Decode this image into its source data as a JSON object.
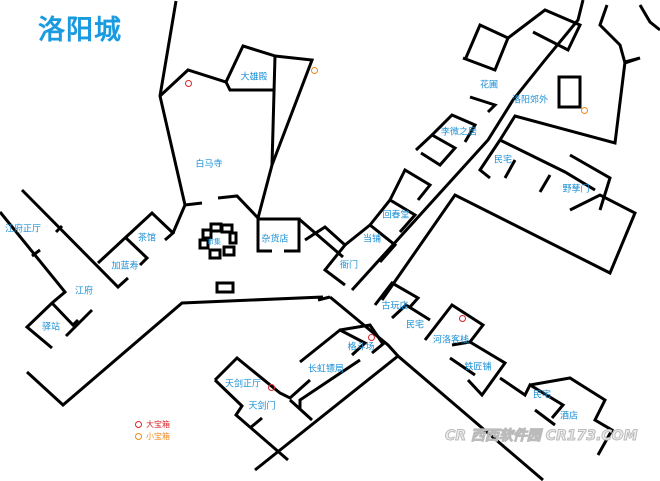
{
  "title": "洛阳城",
  "colors": {
    "label": "#1a8fd6",
    "big_chest": "#d7262b",
    "small_chest": "#ef8a1e",
    "wall": "#000000"
  },
  "locations": [
    "大雄殿",
    "白马寺",
    "市集",
    "杂货店",
    "茶馆",
    "加蓝寿",
    "江府正厅",
    "江府",
    "驿站",
    "衙门",
    "当铺",
    "回春堂",
    "李微之居",
    "花圃",
    "洛阳郊外",
    "民宅",
    "野孳门",
    "古玩店",
    "民宅",
    "河洛客栈",
    "铁匠铺",
    "格斗场",
    "长虹镖局",
    "天剑正厅",
    "天剑门",
    "民宅",
    "酒店"
  ],
  "legend": {
    "big": "大宝箱",
    "small": "小宝箱"
  },
  "watermark": "CR 西西软件园 CR173.COM"
}
